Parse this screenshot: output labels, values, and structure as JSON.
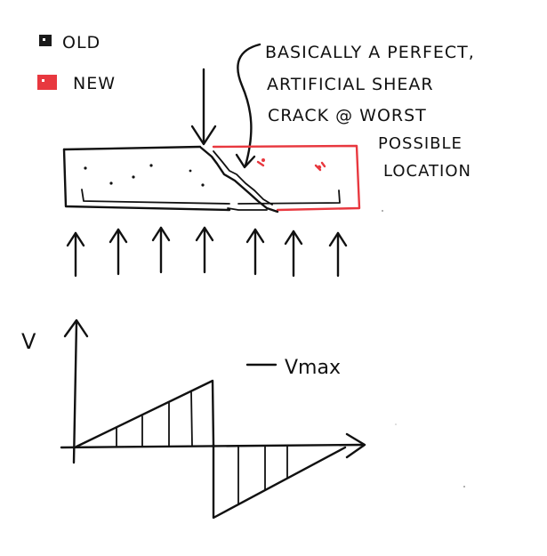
{
  "legend": {
    "old_label": "OLD",
    "new_label": "NEW",
    "old_color": "#1a1a1a",
    "new_color": "#e8383f"
  },
  "annotation": {
    "lines": [
      "BASICALLY A PERFECT,",
      "ARTIFICIAL SHEAR",
      "CRACK @ WORST",
      "POSSIBLE",
      "LOCATION"
    ]
  },
  "shear_diagram": {
    "axis_label": "V",
    "max_label": "Vmax"
  }
}
